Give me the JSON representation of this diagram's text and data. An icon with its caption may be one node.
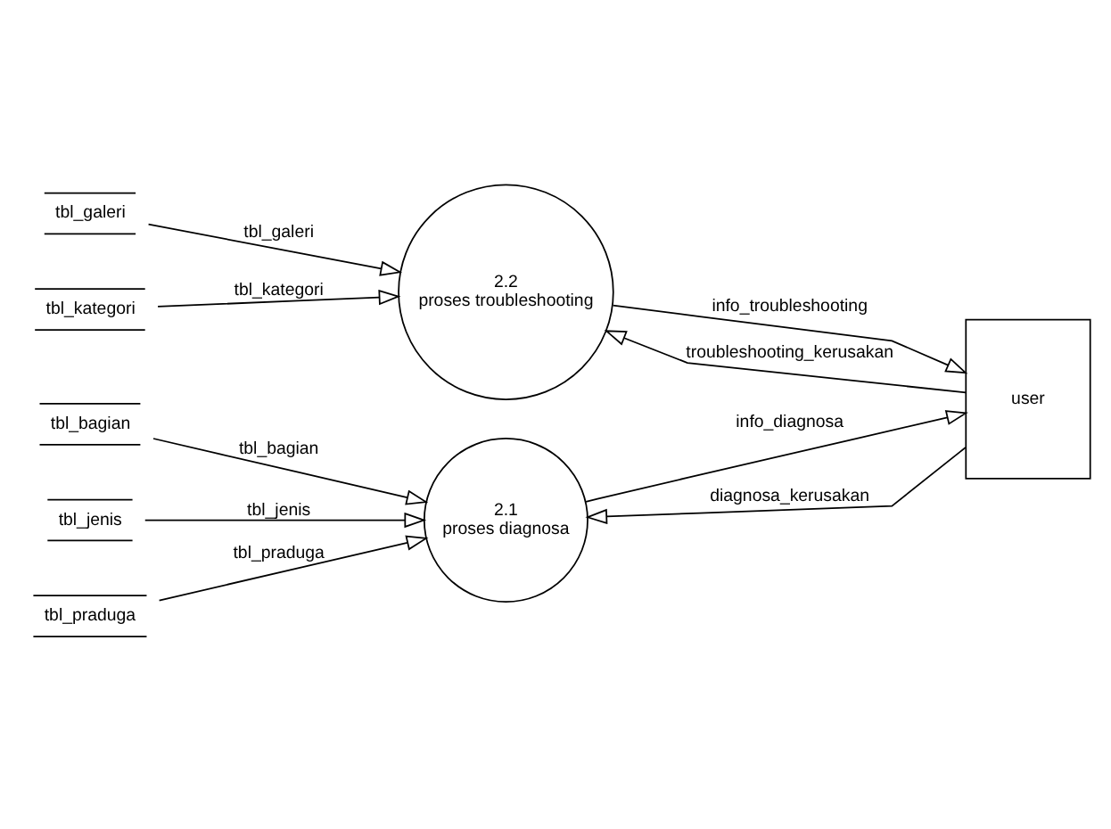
{
  "diagram": {
    "nodes": [
      {
        "text": [
          "tbl_bagian"
        ]
      },
      {
        "text": [
          "tbl_jenis"
        ]
      },
      {
        "text": [
          "tbl_praduga"
        ]
      },
      {
        "text": [
          "2.1",
          "proses diagnosa"
        ]
      },
      {
        "text": [
          "user"
        ]
      },
      {
        "text": [
          "tbl_kategori"
        ]
      },
      {
        "text": [
          "tbl_galeri"
        ]
      },
      {
        "text": [
          "2.2",
          "proses troubleshooting"
        ]
      }
    ],
    "edges": [
      {
        "from": 0,
        "to": 3,
        "arrow": "to",
        "label": "tbl_bagian"
      },
      {
        "from": 1,
        "to": 3,
        "arrow": "to",
        "label": "tbl_jenis"
      },
      {
        "from": 2,
        "to": 3,
        "arrow": "to",
        "label": "tbl_praduga"
      },
      {
        "from": 3,
        "to": 4,
        "arrow": "to",
        "label": "info_diagnosa"
      },
      {
        "from": 4,
        "to": 3,
        "arrow": "to",
        "label": "diagnosa_kerusakan"
      },
      {
        "from": 4,
        "to": 7,
        "arrow": "to",
        "label": "troubleshooting_kerusakan"
      },
      {
        "from": 7,
        "to": 4,
        "arrow": "to",
        "label": "info_troubleshooting"
      },
      {
        "from": 5,
        "to": 7,
        "arrow": "to",
        "label": "tbl_kategori"
      },
      {
        "from": 6,
        "to": 7,
        "arrow": "to",
        "label": "tbl_galeri"
      }
    ]
  }
}
